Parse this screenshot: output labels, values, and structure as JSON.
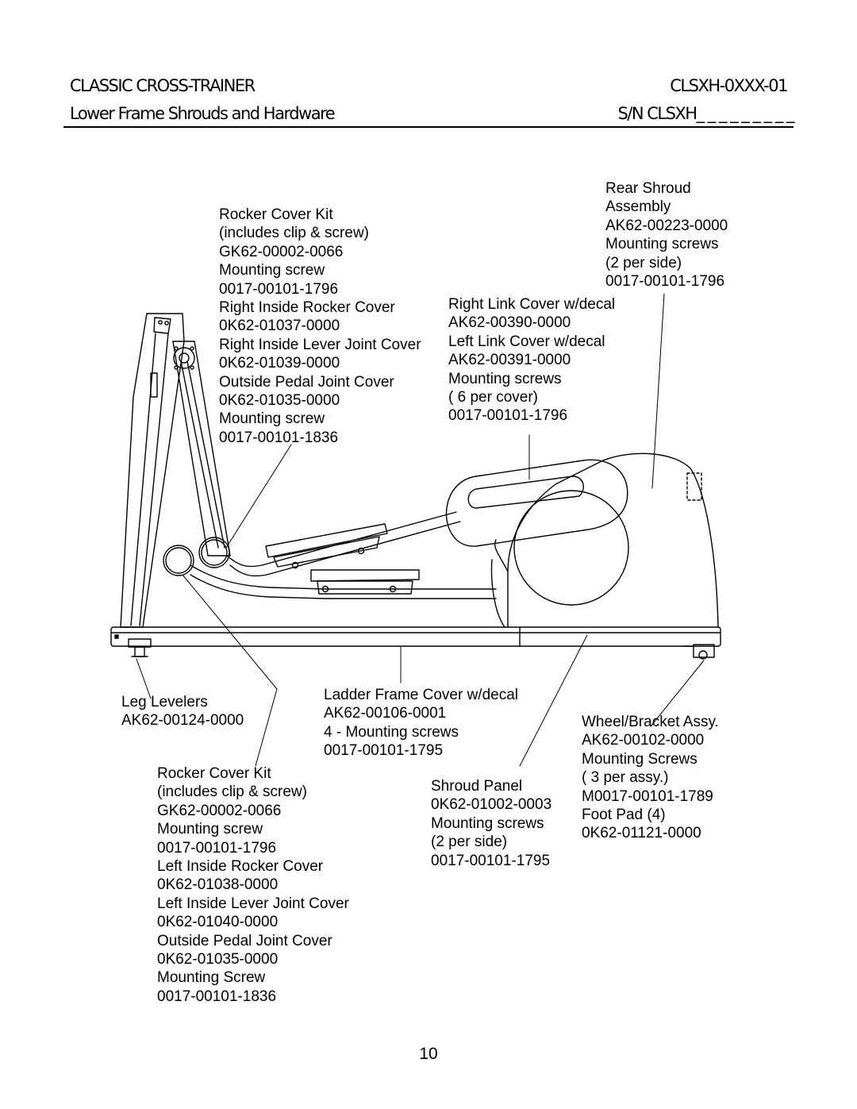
{
  "header": {
    "title": "CLASSIC CROSS-TRAINER",
    "model": "CLSXH-0XXX-01",
    "subtitle": "Lower Frame Shrouds and Hardware",
    "serial": "S/N CLSXH_ _ _ _ _ _ _ _ _"
  },
  "callouts": {
    "right_rocker": [
      "Rocker Cover Kit",
      "(includes clip & screw)",
      "GK62-00002-0066",
      "Mounting screw",
      "0017-00101-1796",
      "Right Inside Rocker Cover",
      "0K62-01037-0000",
      "Right Inside Lever Joint Cover",
      "0K62-01039-0000",
      "Outside Pedal Joint Cover",
      "0K62-01035-0000",
      "Mounting screw",
      "0017-00101-1836"
    ],
    "rear_shroud": [
      "Rear Shroud",
      "Assembly",
      "AK62-00223-0000",
      "Mounting screws",
      "(2 per side)",
      "0017-00101-1796"
    ],
    "link_cover": [
      "Right Link Cover w/decal",
      "AK62-00390-0000",
      "Left Link Cover w/decal",
      "AK62-00391-0000",
      "Mounting screws",
      "( 6 per cover)",
      "0017-00101-1796"
    ],
    "leg_levelers": [
      "Leg Levelers",
      "AK62-00124-0000"
    ],
    "ladder_frame": [
      "Ladder Frame Cover w/decal",
      "AK62-00106-0001",
      "4 - Mounting screws",
      "0017-00101-1795"
    ],
    "wheel_bracket": [
      "Wheel/Bracket Assy.",
      "AK62-00102-0000",
      "Mounting Screws",
      "( 3 per assy.)",
      "M0017-00101-1789",
      "Foot Pad (4)",
      "0K62-01121-0000"
    ],
    "left_rocker": [
      "Rocker Cover Kit",
      "(includes clip & screw)",
      "GK62-00002-0066",
      "Mounting screw",
      "0017-00101-1796",
      "Left Inside Rocker Cover",
      "0K62-01038-0000",
      "Left Inside Lever Joint Cover",
      "0K62-01040-0000",
      "Outside Pedal Joint Cover",
      "0K62-01035-0000",
      "Mounting Screw",
      "0017-00101-1836"
    ],
    "shroud_panel": [
      "Shroud Panel",
      "0K62-01002-0003",
      "Mounting screws",
      "(2 per side)",
      "0017-00101-1795"
    ]
  },
  "page_number": "10"
}
